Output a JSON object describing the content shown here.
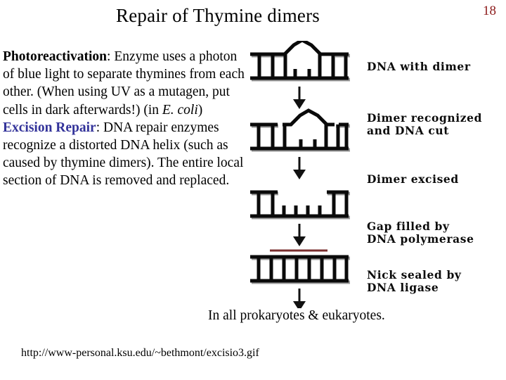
{
  "slide": {
    "number": "18",
    "title": "Repair of Thymine dimers",
    "number_color": "#8c1a1a"
  },
  "body": {
    "photoreactivation_term": "Photoreactivation",
    "photoreactivation_text_1": ": Enzyme uses a photon of blue light to separate thymines from each other. (When using UV as a mutagen, put cells in dark afterwards!) (in ",
    "photoreactivation_species": "E. coli",
    "photoreactivation_text_2": ")",
    "excision_term": "Excision Repair",
    "excision_color": "#33339a",
    "excision_text": ": DNA repair enzymes recognize a distorted DNA helix (such as caused by thymine dimers). The entire  local section of DNA is removed and replaced."
  },
  "footnote": {
    "prokaryotes_line": "In all prokaryotes & eukaryotes.",
    "source_url": "http://www-personal.ksu.edu/~bethmont/excisio3.gif"
  },
  "diagram": {
    "caption_stages": [
      {
        "id": "dna-with-dimer",
        "label": "DNA  with  dimer"
      },
      {
        "id": "dimer-recognized-cut",
        "label": "Dimer recognized\nand DNA cut"
      },
      {
        "id": "dimer-excised",
        "label": "Dimer excised"
      },
      {
        "id": "gap-filled",
        "label": "Gap filled by\nDNA polymerase"
      },
      {
        "id": "nick-sealed",
        "label": "Nick sealed by\nDNA ligase"
      }
    ],
    "strand_color": "#0a0a0a",
    "shadow_color": "#9a9a9a",
    "new_dna_color": "#7a2f2f",
    "new_dna_fill_color": "#e0bdbd",
    "arrow_color": "#111111",
    "arrow_count": 4
  }
}
